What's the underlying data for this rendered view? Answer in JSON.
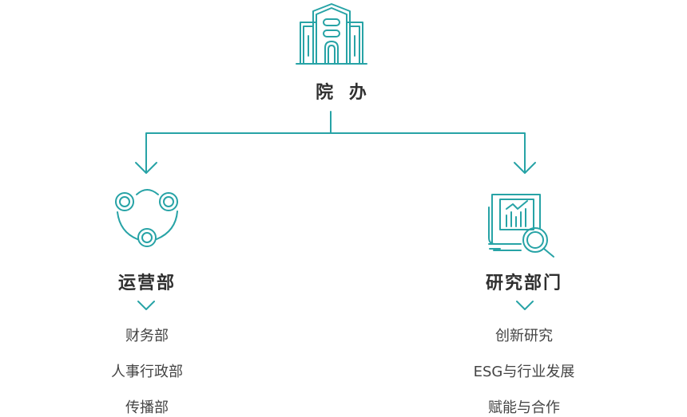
{
  "root": {
    "label": "院 办",
    "icon": "building-icon"
  },
  "departments": [
    {
      "label": "运营部",
      "icon": "cycle-nodes-icon",
      "items": [
        "财务部",
        "人事行政部",
        "传播部"
      ]
    },
    {
      "label": "研究部门",
      "icon": "report-magnifier-icon",
      "items": [
        "创新研究",
        "ESG与行业发展",
        "赋能与合作"
      ]
    }
  ],
  "colors": {
    "accent": "#27A3A6",
    "text": "#333333"
  }
}
